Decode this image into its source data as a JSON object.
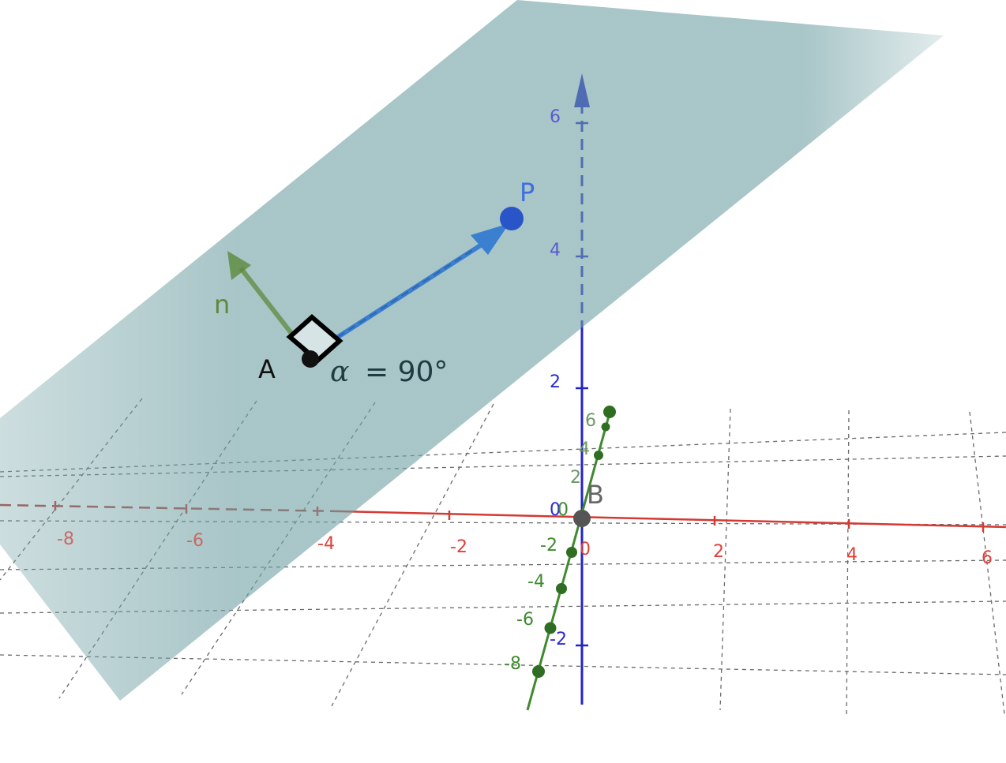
{
  "scene": {
    "points": {
      "A": {
        "label": "A",
        "color": "#111111"
      },
      "P": {
        "label": "P",
        "color": "#2a55c8"
      },
      "B": {
        "label": "B",
        "color": "#666666"
      }
    },
    "vector_n": {
      "label": "n",
      "color": "#5c8a3c"
    },
    "vector_AP": {
      "color": "#3a7fd0"
    },
    "angle": {
      "symbol": "α",
      "text": "= 90°",
      "value_deg": 90
    },
    "plane": {
      "color": "#6f9fa3"
    },
    "axes": {
      "x": {
        "color": "#d33a32",
        "ticks": [
          "-8",
          "-6",
          "-4",
          "-2",
          "0",
          "2",
          "4",
          "6"
        ]
      },
      "y": {
        "color": "#3f8a2e",
        "ticks": [
          "6",
          "4",
          "2",
          "0",
          "-2",
          "-4",
          "-6",
          "-8"
        ]
      },
      "z": {
        "color": "#2323c8",
        "ticks": [
          "6",
          "4",
          "2",
          "0",
          "-2"
        ]
      }
    }
  }
}
